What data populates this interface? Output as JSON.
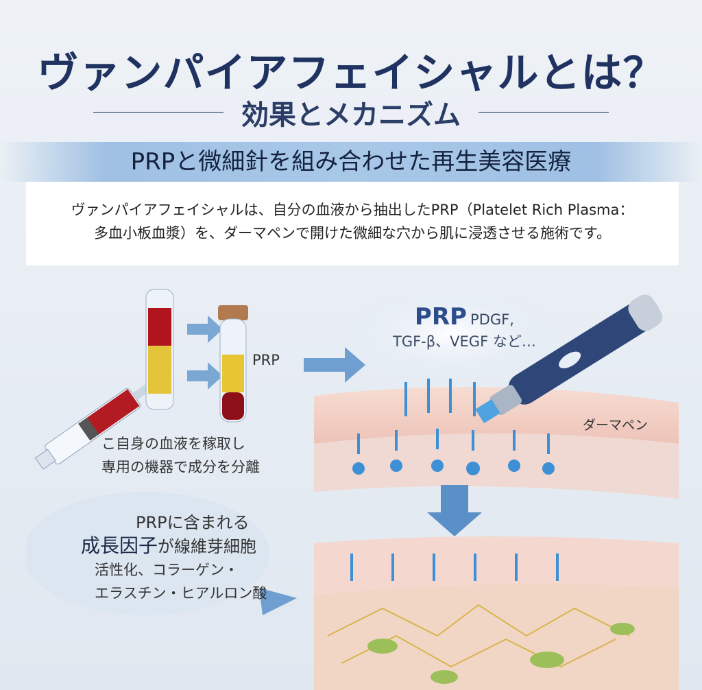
{
  "header": {
    "title": "ヴァンパイアフェイシャルとは？",
    "subtitle": "効果とメカニズム"
  },
  "band": {
    "text": "PRPと微細針を組み合わせた再生美容医療"
  },
  "intro": {
    "line1": "ヴァンパイアフェイシャルは、自分の血液から抽出したPRP（Platelet Rich Plasma：",
    "line2": "多血小板血漿）を、ダーマペンで開けた微細な穴から肌に浸透させる施術です。"
  },
  "step1": {
    "line1": "こ自身の血液を稼取し",
    "line2": "専用の機器で成分を分離",
    "prp_label": "PRP"
  },
  "cloud": {
    "prp": "PRP",
    "factors1": "PDGF,",
    "factors2": "TGF-β、VEGF など…"
  },
  "device": {
    "label": "ダーマペン"
  },
  "step3": {
    "line1": "PRPに含まれる",
    "line2a": "成長因子",
    "line2b": "が線維芽細胞",
    "line3": "活性化、コラーゲン・",
    "line4": "エラスチン・ヒアルロン酸"
  },
  "colors": {
    "navy": "#1f3260",
    "blood": "#a3121c",
    "plasma": "#e8c533",
    "arrow": "#5a8fc8"
  }
}
